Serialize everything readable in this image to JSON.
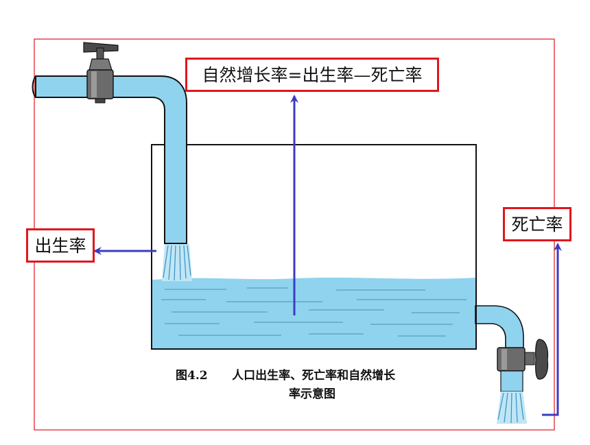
{
  "labels": {
    "formula": "自然增长率=出生率—死亡率",
    "birth_rate": "出生率",
    "death_rate": "死亡率"
  },
  "caption": {
    "figure_number": "图4.2",
    "line1": "人口出生率、死亡率和自然增长",
    "line2": "率示意图"
  },
  "colors": {
    "frame": "#e0161e",
    "label_border": "#e0161e",
    "arrow": "#3b3bc4",
    "water": "#8fd3ef",
    "pipe": "#8fd3ef",
    "tank_outline": "#111111"
  },
  "icons": [
    "inflow-faucet-icon",
    "outflow-faucet-icon"
  ]
}
